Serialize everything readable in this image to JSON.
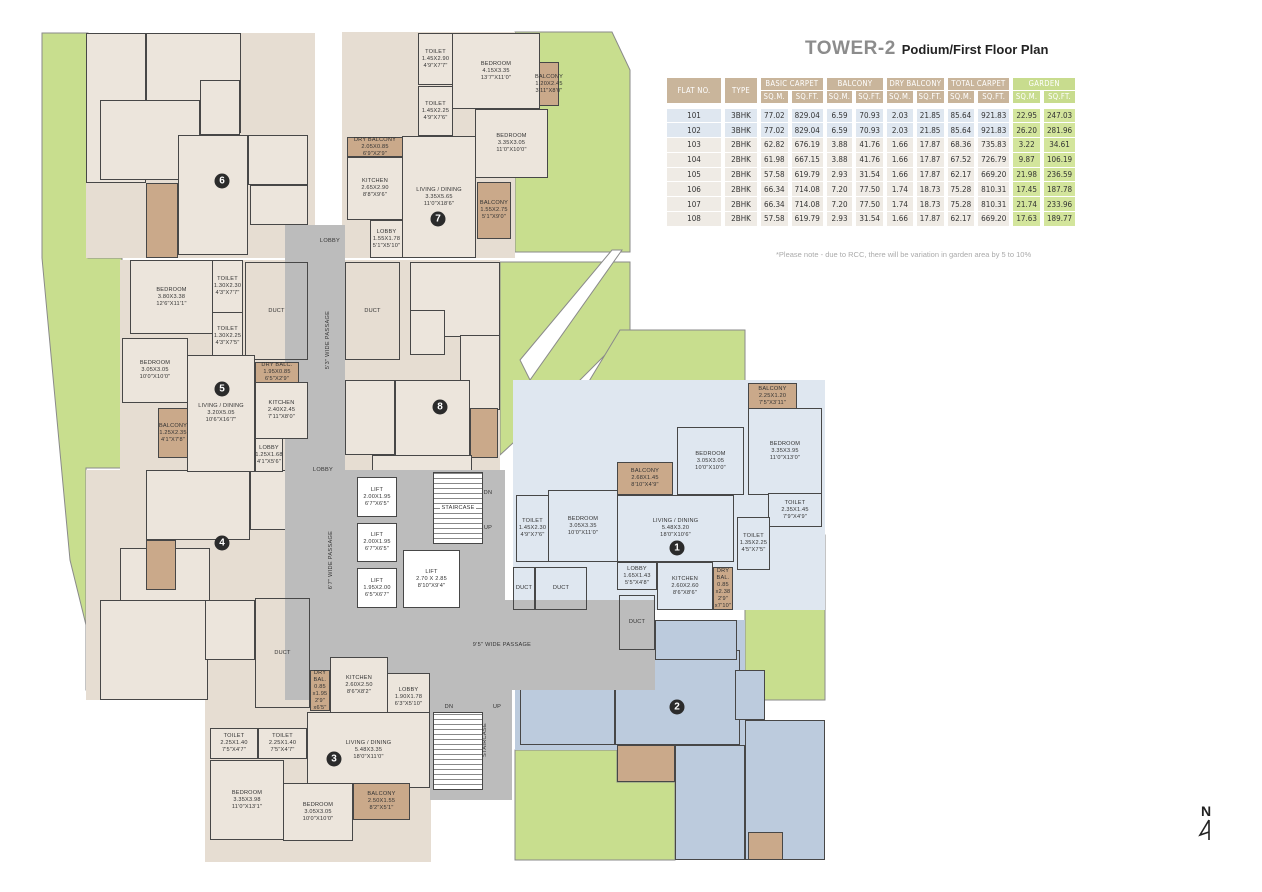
{
  "header": {
    "tower": "TOWER-2",
    "subtitle": "Podium/First Floor Plan"
  },
  "table": {
    "headers": {
      "flat_no": "FLAT NO.",
      "type": "TYPE",
      "basic_carpet": "BASIC CARPET",
      "balcony": "BALCONY",
      "dry_balcony": "DRY BALCONY",
      "total_carpet": "TOTAL CARPET",
      "garden": "GARDEN",
      "sqm": "SQ.M.",
      "sqft": "SQ.FT."
    },
    "rows": [
      [
        "101",
        "3BHK",
        "77.02",
        "829.04",
        "6.59",
        "70.93",
        "2.03",
        "21.85",
        "85.64",
        "921.83",
        "22.95",
        "247.03"
      ],
      [
        "102",
        "3BHK",
        "77.02",
        "829.04",
        "6.59",
        "70.93",
        "2.03",
        "21.85",
        "85.64",
        "921.83",
        "26.20",
        "281.96"
      ],
      [
        "103",
        "2BHK",
        "62.82",
        "676.19",
        "3.88",
        "41.76",
        "1.66",
        "17.87",
        "68.36",
        "735.83",
        "3.22",
        "34.61"
      ],
      [
        "104",
        "2BHK",
        "61.98",
        "667.15",
        "3.88",
        "41.76",
        "1.66",
        "17.87",
        "67.52",
        "726.79",
        "9.87",
        "106.19"
      ],
      [
        "105",
        "2BHK",
        "57.58",
        "619.79",
        "2.93",
        "31.54",
        "1.66",
        "17.87",
        "62.17",
        "669.20",
        "21.98",
        "236.59"
      ],
      [
        "106",
        "2BHK",
        "66.34",
        "714.08",
        "7.20",
        "77.50",
        "1.74",
        "18.73",
        "75.28",
        "810.31",
        "17.45",
        "187.78"
      ],
      [
        "107",
        "2BHK",
        "66.34",
        "714.08",
        "7.20",
        "77.50",
        "1.74",
        "18.73",
        "75.28",
        "810.31",
        "21.74",
        "233.96"
      ],
      [
        "108",
        "2BHK",
        "57.58",
        "619.79",
        "2.93",
        "31.54",
        "1.66",
        "17.87",
        "62.17",
        "669.20",
        "17.63",
        "189.77"
      ]
    ],
    "note": "*Please note - due to RCC, there will be variation in garden area by 5 to 10%"
  },
  "colors": {
    "garden": "#c8de8e",
    "balcony": "#caa98a",
    "flat_beige": "#e6ddd2",
    "flat1_blue": "#dfe7f0",
    "flat2_blue": "#bccbdd",
    "passage": "#bcbcbc",
    "title_gray": "#8c8c8c"
  },
  "plan": {
    "flat_numbers": [
      "1",
      "2",
      "3",
      "4",
      "5",
      "6",
      "7",
      "8"
    ],
    "flats": {
      "7": [
        {
          "name": "TOILET",
          "metric": "1.45X2.90",
          "imperial": "4'9\"X7'7\""
        },
        {
          "name": "BEDROOM",
          "metric": "4.15X3.35",
          "imperial": "13'7\"X11'0\""
        },
        {
          "name": "BALCONY",
          "metric": "1.20X2.45",
          "imperial": "3'11\"X8'0\""
        },
        {
          "name": "TOILET",
          "metric": "1.45X2.25",
          "imperial": "4'9\"X7'6\""
        },
        {
          "name": "DRY BALCONY",
          "metric": "2.05X0.85",
          "imperial": "6'9\"X2'9\""
        },
        {
          "name": "BEDROOM",
          "metric": "3.35X3.05",
          "imperial": "11'0\"X10'0\""
        },
        {
          "name": "KITCHEN",
          "metric": "2.65X2.90",
          "imperial": "8'8\"X9'6\""
        },
        {
          "name": "LIVING / DINING",
          "metric": "3.35X5.65",
          "imperial": "11'0\"X18'6\""
        },
        {
          "name": "BALCONY",
          "metric": "1.55X2.75",
          "imperial": "5'1\"X9'0\""
        },
        {
          "name": "LOBBY",
          "metric": "1.55X1.78",
          "imperial": "5'1\"X5'10\""
        }
      ],
      "5": [
        {
          "name": "BEDROOM",
          "metric": "3.80X3.38",
          "imperial": "12'6\"X11'1\""
        },
        {
          "name": "TOILET",
          "metric": "1.30X2.30",
          "imperial": "4'3\"X7'7\""
        },
        {
          "name": "TOILET",
          "metric": "1.30X2.25",
          "imperial": "4'3\"X7'5\""
        },
        {
          "name": "BEDROOM",
          "metric": "3.05X3.05",
          "imperial": "10'0\"X10'0\""
        },
        {
          "name": "DRY BALC.",
          "metric": "1.95X0.85",
          "imperial": "6'5\"X2'9\""
        },
        {
          "name": "LIVING / DINING",
          "metric": "3.20X5.05",
          "imperial": "10'6\"X16'7\""
        },
        {
          "name": "KITCHEN",
          "metric": "2.40X2.45",
          "imperial": "7'11\"X8'0\""
        },
        {
          "name": "BALCONY",
          "metric": "1.25X2.35",
          "imperial": "4'1\"X7'8\""
        },
        {
          "name": "LOBBY",
          "metric": "1.25X1.68",
          "imperial": "4'1\"X5'6\""
        }
      ],
      "1": [
        {
          "name": "BALCONY",
          "metric": "2.25X1.20",
          "imperial": "7'5\"X3'11\""
        },
        {
          "name": "BEDROOM",
          "metric": "3.35X3.95",
          "imperial": "11'0\"X13'0\""
        },
        {
          "name": "BEDROOM",
          "metric": "3.05X3.05",
          "imperial": "10'0\"X10'0\""
        },
        {
          "name": "BALCONY",
          "metric": "2.68X1.45",
          "imperial": "8'10\"X4'9\""
        },
        {
          "name": "TOILET",
          "metric": "2.35X1.45",
          "imperial": "7'9\"X4'9\""
        },
        {
          "name": "TOILET",
          "metric": "1.45X2.30",
          "imperial": "4'9\"X7'6\""
        },
        {
          "name": "BEDROOM",
          "metric": "3.05X3.35",
          "imperial": "10'0\"X11'0\""
        },
        {
          "name": "LIVING / DINING",
          "metric": "5.48X3.20",
          "imperial": "18'0\"X10'6\""
        },
        {
          "name": "TOILET",
          "metric": "1.35X2.25",
          "imperial": "4'5\"X7'5\""
        },
        {
          "name": "LOBBY",
          "metric": "1.65X1.43",
          "imperial": "5'5\"X4'8\""
        },
        {
          "name": "KITCHEN",
          "metric": "2.60X2.60",
          "imperial": "8'6\"X8'6\""
        },
        {
          "name": "DRY BAL.",
          "metric": "0.85 x2.38",
          "imperial": "2'9\" x7'10\""
        }
      ],
      "3": [
        {
          "name": "DRY BAL.",
          "metric": "0.85 x1.95",
          "imperial": "2'9\" x6'5\""
        },
        {
          "name": "KITCHEN",
          "metric": "2.60X2.50",
          "imperial": "8'6\"X8'2\""
        },
        {
          "name": "LOBBY",
          "metric": "1.90X1.78",
          "imperial": "6'3\"X5'10\""
        },
        {
          "name": "TOILET",
          "metric": "2.25X1.40",
          "imperial": "7'5\"X4'7\""
        },
        {
          "name": "TOILET",
          "metric": "2.25X1.40",
          "imperial": "7'5\"X4'7\""
        },
        {
          "name": "LIVING / DINING",
          "metric": "5.48X3.35",
          "imperial": "18'0\"X11'0\""
        },
        {
          "name": "BEDROOM",
          "metric": "3.35X3.98",
          "imperial": "11'0\"X13'1\""
        },
        {
          "name": "BEDROOM",
          "metric": "3.05X3.05",
          "imperial": "10'0\"X10'0\""
        },
        {
          "name": "BALCONY",
          "metric": "2.50X1.55",
          "imperial": "8'2\"X5'1\""
        }
      ],
      "core": [
        {
          "name": "LIFT",
          "metric": "2.00X1.95",
          "imperial": "6'7\"X6'5\""
        },
        {
          "name": "LIFT",
          "metric": "2.00X1.95",
          "imperial": "6'7\"X6'5\""
        },
        {
          "name": "LIFT",
          "metric": "1.95X2.00",
          "imperial": "6'5\"X6'7\""
        },
        {
          "name": "LIFT",
          "metric": "2.70 X 2.85",
          "imperial": "8'10\"X9'4\""
        }
      ]
    },
    "labels": {
      "duct": "DUCT",
      "lobby": "LOBBY",
      "staircase": "STAIRCASE",
      "dn": "DN",
      "up": "UP",
      "passage_5_3": "5'3\" WIDE PASSAGE",
      "passage_6_7": "6'7\" WIDE PASSAGE",
      "passage_9_5": "9'5\" WIDE PASSAGE"
    },
    "north": "N"
  }
}
